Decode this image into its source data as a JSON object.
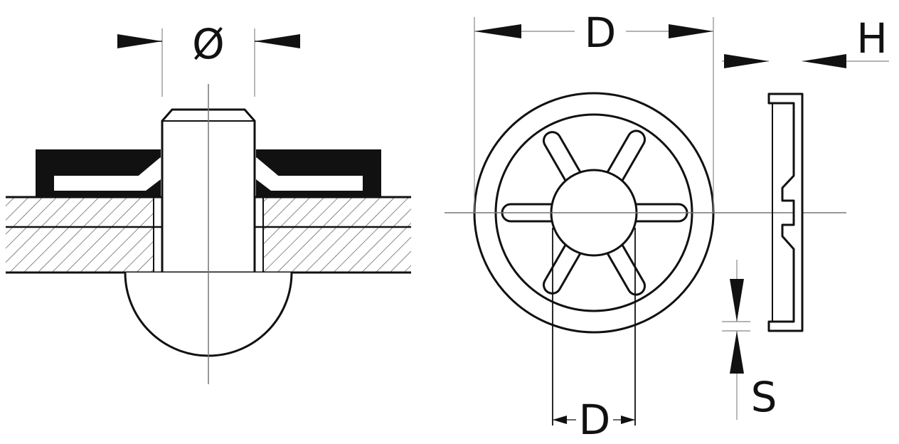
{
  "labels": {
    "diameter": "Ø",
    "outer_diameter": "D",
    "inner_diameter": "D",
    "height": "H",
    "thickness": "S"
  },
  "colors": {
    "stroke": "#111111",
    "fill_dark": "#111111",
    "hatch": "#555555",
    "centerline": "#777777",
    "background": "#ffffff"
  }
}
